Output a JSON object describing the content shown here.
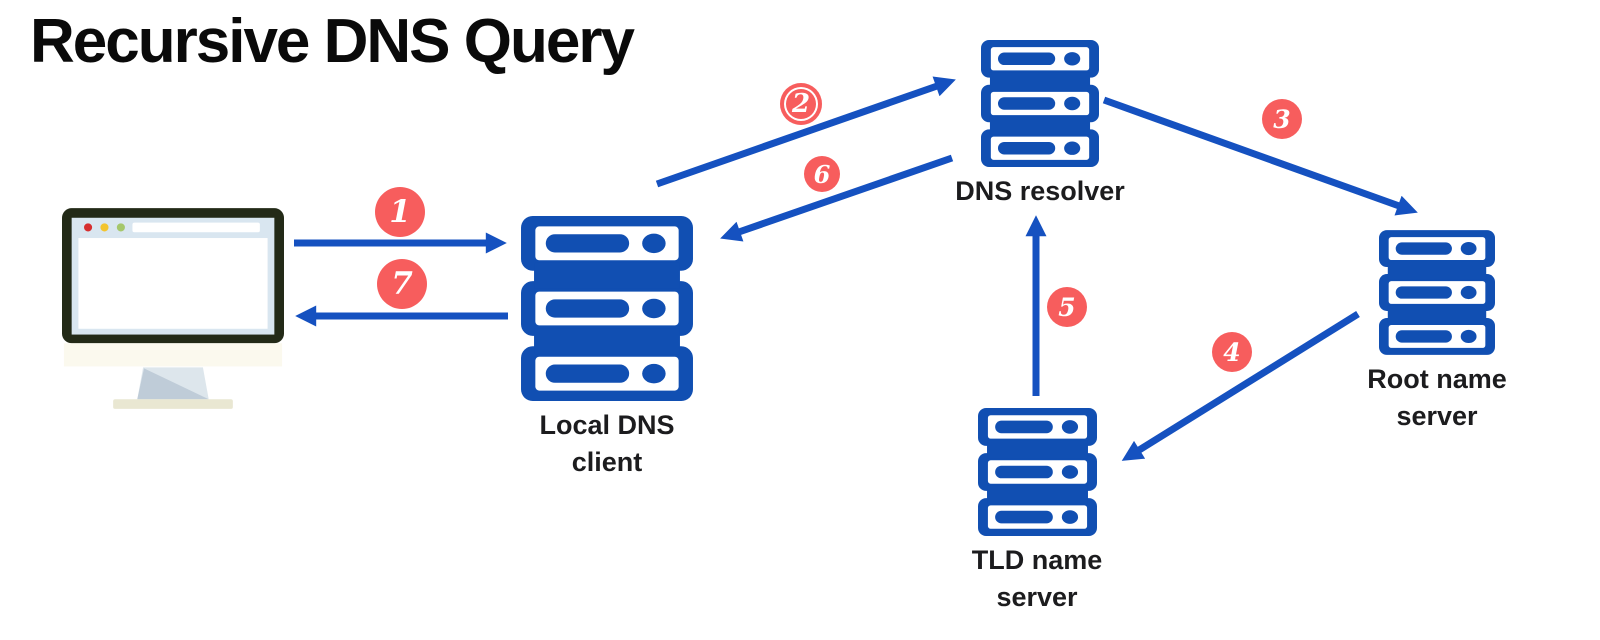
{
  "title": "Recursive DNS Query",
  "nodes": {
    "client_computer": {
      "type": "computer-monitor",
      "label": ""
    },
    "local_dns_client": {
      "type": "server-stack",
      "label": "Local DNS\nclient"
    },
    "dns_resolver": {
      "type": "server-stack",
      "label": "DNS resolver"
    },
    "root_name_server": {
      "type": "server-stack",
      "label": "Root name\nserver"
    },
    "tld_name_server": {
      "type": "server-stack",
      "label": "TLD name\nserver"
    }
  },
  "steps": [
    {
      "number": "1",
      "from": "client computer",
      "to": "local DNS client"
    },
    {
      "number": "2",
      "from": "local DNS client",
      "to": "DNS resolver"
    },
    {
      "number": "3",
      "from": "DNS resolver",
      "to": "root name server"
    },
    {
      "number": "4",
      "from": "root name server",
      "to": "TLD name server"
    },
    {
      "number": "5",
      "from": "TLD name server",
      "to": "DNS resolver"
    },
    {
      "number": "6",
      "from": "DNS resolver",
      "to": "local DNS client"
    },
    {
      "number": "7",
      "from": "local DNS client",
      "to": "client computer"
    }
  ],
  "colors": {
    "server_icon_blue": "#114fb2",
    "arrow_blue": "#1551c0",
    "step_badge_red": "#f75d5d",
    "label_text": "#1c1c1e",
    "title_text": "#0a0a0a",
    "monitor_frame": "#232a17",
    "monitor_chrome": "#d9e6f0",
    "monitor_chin": "#fbf9ee",
    "monitor_base": "#e9e7d2",
    "dot_red": "#d62f2f",
    "dot_yellow": "#f3c42e",
    "dot_green": "#a5c76b"
  }
}
